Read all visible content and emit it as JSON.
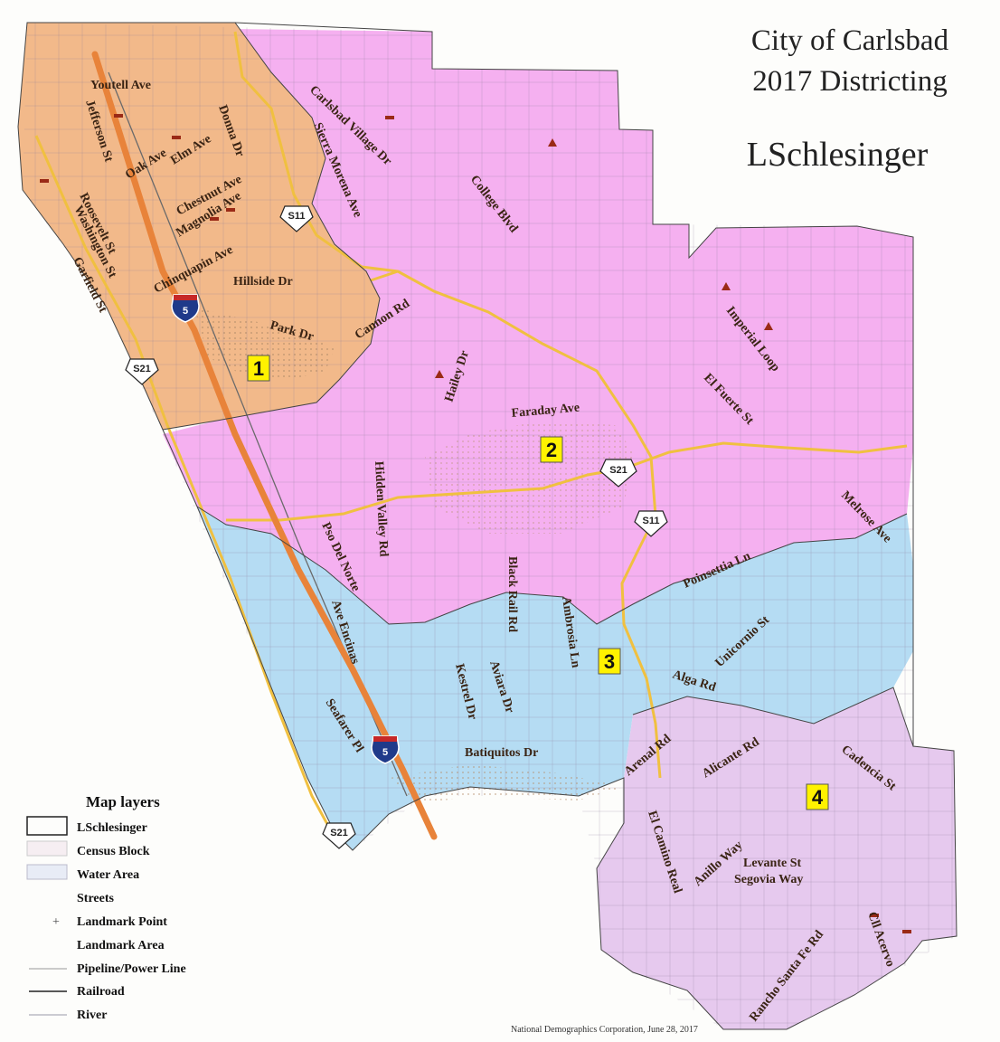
{
  "title": {
    "line1": "City of Carlsbad",
    "line2": "2017 Districting",
    "plan": "LSchlesinger"
  },
  "districts": [
    {
      "id": "1",
      "color": "#f2b98a"
    },
    {
      "id": "2",
      "color": "#f5b0f0"
    },
    {
      "id": "3",
      "color": "#b5dcf3"
    },
    {
      "id": "4",
      "color": "#e6c9ee"
    }
  ],
  "streets": [
    "Youtell Ave",
    "Jefferson St",
    "Elm Ave",
    "Donna Dr",
    "Oak Ave",
    "Chestnut Ave",
    "Magnolia Ave",
    "Roosevelt St",
    "Washington St",
    "Chinquapin Ave",
    "Hillside Dr",
    "Garfield St",
    "Park Dr",
    "Cannon Rd",
    "Carlsbad Village Dr",
    "Sierra Morena Ave",
    "College Blvd",
    "Imperial Loop",
    "Hailey Dr",
    "El Fuerte St",
    "Faraday Ave",
    "Hidden Valley Rd",
    "Melrose Ave",
    "Pso Del Norte",
    "Black Rail Rd",
    "Ambrosia Ln",
    "Poinsettia Ln",
    "Unicornio St",
    "Ave Encinas",
    "Aviara Dr",
    "Kestrel Dr",
    "Alga Rd",
    "Seafarer Pl",
    "Batiquitos Dr",
    "Arenal Rd",
    "Alicante Rd",
    "Cadencia St",
    "El Camino Real",
    "Anillo Way",
    "Levante St",
    "Segovia Way",
    "Rancho Santa Fe Rd",
    "Cll Acervo"
  ],
  "route_shields": {
    "s11": "S11",
    "s21": "S21",
    "i5": "5"
  },
  "legend": {
    "title": "Map layers",
    "items": [
      "LSchlesinger",
      "Census Block",
      "Water Area",
      "Streets",
      "Landmark Point",
      "Landmark Area",
      "Pipeline/Power Line",
      "Railroad",
      "River"
    ]
  },
  "credit": "National Demographics Corporation, June 28, 2017",
  "colors": {
    "highway": "#f0c040",
    "interstate": "#e8833a",
    "district_border": "#444444"
  }
}
